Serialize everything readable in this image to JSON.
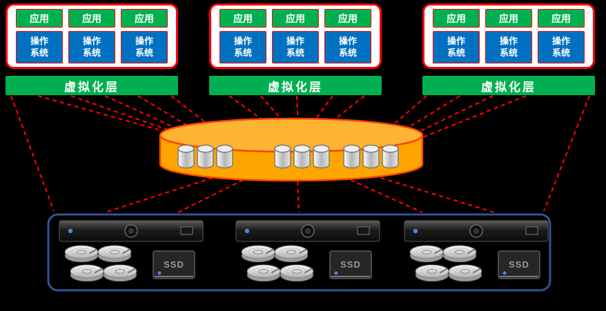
{
  "colors": {
    "background": "#000000",
    "app_green": "#00B050",
    "os_blue": "#0070C0",
    "outline_red": "#FF0000",
    "pool_fill": "#FFA500",
    "pool_outline": "#FF4500",
    "enclosure_blue": "#2F5496"
  },
  "clusters": [
    {
      "virtualization_label": "虚拟化层",
      "vms": [
        {
          "app": "应用",
          "os": "操作系统"
        },
        {
          "app": "应用",
          "os": "操作系统"
        },
        {
          "app": "应用",
          "os": "操作系统"
        }
      ]
    },
    {
      "virtualization_label": "虚拟化层",
      "vms": [
        {
          "app": "应用",
          "os": "操作系统"
        },
        {
          "app": "应用",
          "os": "操作系统"
        },
        {
          "app": "应用",
          "os": "操作系统"
        }
      ]
    },
    {
      "virtualization_label": "虚拟化层",
      "vms": [
        {
          "app": "应用",
          "os": "操作系统"
        },
        {
          "app": "应用",
          "os": "操作系统"
        },
        {
          "app": "应用",
          "os": "操作系统"
        }
      ]
    }
  ],
  "storage_pool": {
    "disk_icon_count": 9
  },
  "server_enclosure": {
    "servers": [
      {
        "hdd_count": 4,
        "ssd_label": "SSD"
      },
      {
        "hdd_count": 4,
        "ssd_label": "SSD"
      },
      {
        "hdd_count": 4,
        "ssd_label": "SSD"
      }
    ]
  }
}
